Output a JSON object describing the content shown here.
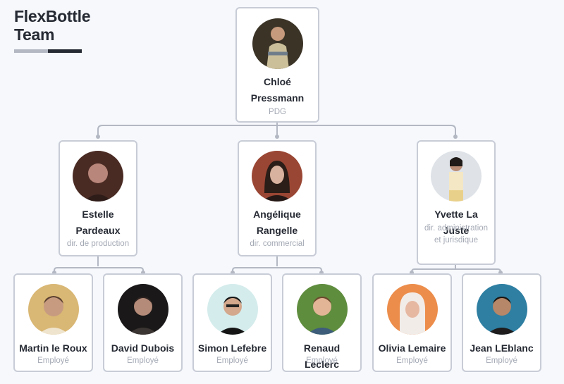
{
  "header": {
    "title_line1": "FlexBottle",
    "title_line2": "Team"
  },
  "colors": {
    "line": "#b3b8c3",
    "card_border": "#c8ccd6",
    "text": "#262a33",
    "muted": "#a4a9b4"
  },
  "people": {
    "ceo": {
      "name": "Chloé Pressmann",
      "role": "PDG"
    },
    "estelle": {
      "name": "Estelle Pardeaux",
      "role": "dir. de production"
    },
    "angel": {
      "name": "Angélique Rangelle",
      "role": "dir. commercial"
    },
    "yvette": {
      "name": "Yvette La Juste",
      "role": "dir. administration et jurisdique"
    },
    "martin": {
      "name": "Martin le Roux",
      "role": "Employé"
    },
    "david": {
      "name": "David Dubois",
      "role": "Employé"
    },
    "simon": {
      "name": "Simon Lefebre",
      "role": "Employé"
    },
    "renaud": {
      "name": "Renaud Leclerc",
      "role": "Employé"
    },
    "olivia": {
      "name": "Olivia Lemaire",
      "role": "Employé"
    },
    "jean": {
      "name": "Jean LEblanc",
      "role": "Employé"
    }
  }
}
